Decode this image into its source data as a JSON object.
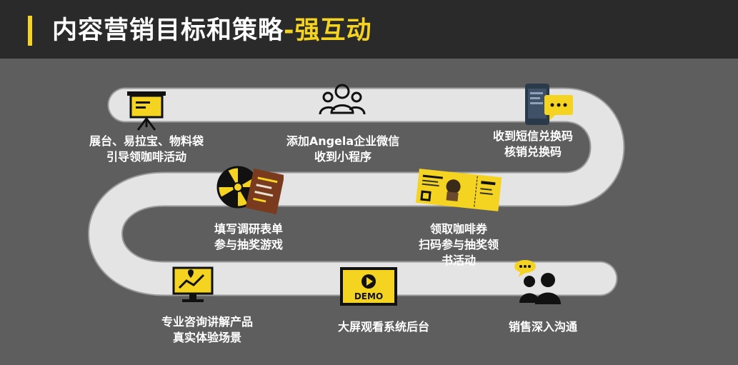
{
  "title": {
    "main": "内容营销目标和策略",
    "highlight": "-强互动"
  },
  "colors": {
    "accent": "#f4d321",
    "header_bg": "#2a2a2a",
    "road": "#e4e4e4",
    "road_border": "#9a9a9a",
    "background": "#5e5e5e"
  },
  "steps": [
    {
      "icon": "presentation-board-icon",
      "lines": [
        "展台、易拉宝、物料袋",
        "引导领咖啡活动"
      ]
    },
    {
      "icon": "people-group-icon",
      "lines": [
        "添加Angela企业微信",
        "收到小程序"
      ]
    },
    {
      "icon": "phone-message-icon",
      "lines": [
        "收到短信兑换码",
        "核销兑换码"
      ]
    },
    {
      "icon": "lucky-wheel-icon",
      "lines": [
        "填写调研表单",
        "参与抽奖游戏"
      ]
    },
    {
      "icon": "coffee-voucher-icon",
      "lines": [
        "领取咖啡券",
        "扫码参与抽奖领",
        "书活动"
      ]
    },
    {
      "icon": "chart-monitor-icon",
      "lines": [
        "专业咨询讲解产品",
        "真实体验场景"
      ]
    },
    {
      "icon": "demo-screen-icon",
      "lines": [
        "大屏观看系统后台"
      ],
      "screen_text": "DEMO"
    },
    {
      "icon": "chat-people-icon",
      "lines": [
        "销售深入沟通"
      ]
    }
  ]
}
